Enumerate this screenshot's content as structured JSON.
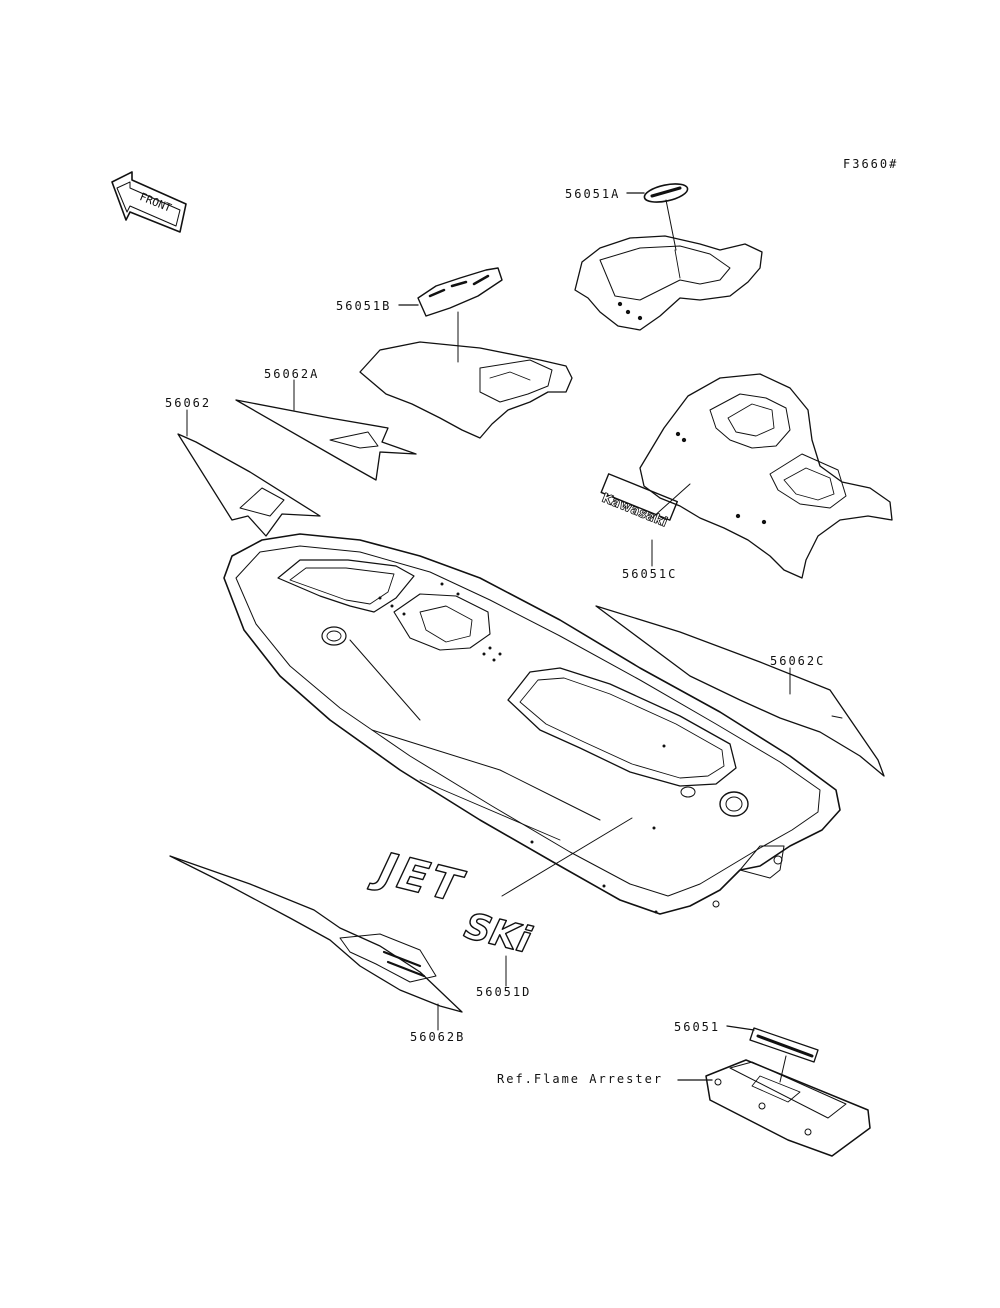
{
  "figure_code": "F3660#",
  "direction_marker": "FRONT",
  "labels": {
    "p56051A": "56051A",
    "p56051B": "56051B",
    "p56062A": "56062A",
    "p56062": "56062",
    "p56051C": "56051C",
    "p56062C": "56062C",
    "p56051D": "56051D",
    "p56062B": "56062B",
    "p56051": "56051",
    "ref_flame_arrester": "Ref.Flame Arrester"
  },
  "decal_text": {
    "kawasaki": "Kawasaki",
    "jetski_jet": "JET",
    "jetski_ski": "SKi"
  },
  "colors": {
    "ink": "#111111",
    "paper": "#ffffff"
  }
}
